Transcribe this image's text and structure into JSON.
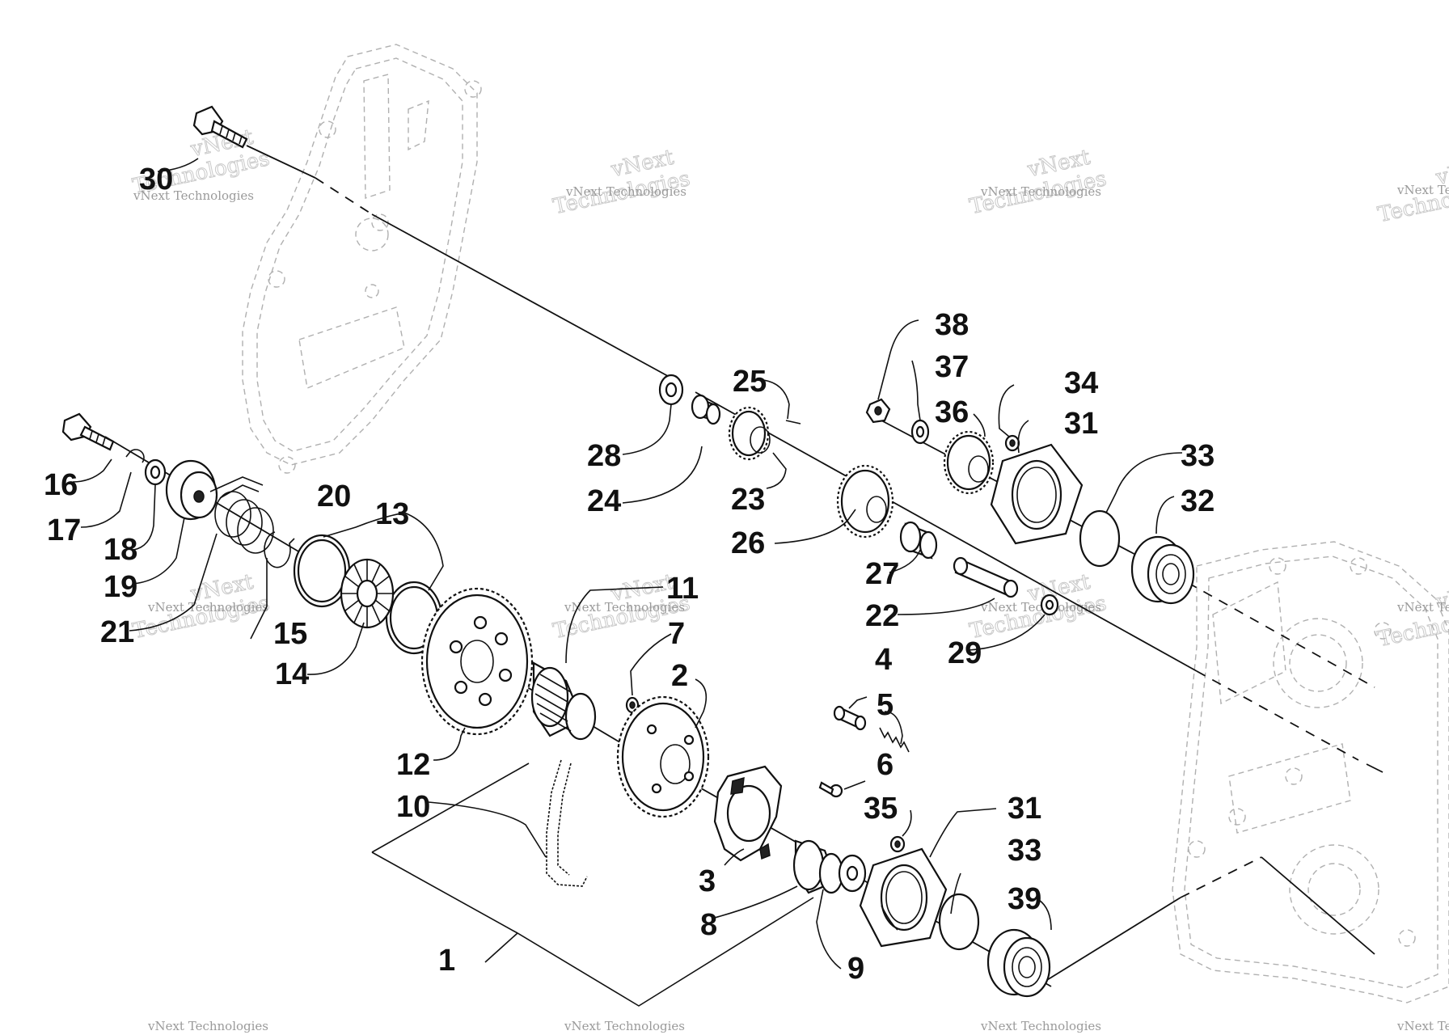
{
  "watermarks": [
    "vNext Technologies",
    "vNext Technologies",
    "vNext Technologies",
    "vNext Technologies",
    "vNext Technologies",
    "vNext Technologies",
    "vNext Technologies",
    "vNext Technologies",
    "vNext Technologies",
    "vNext Technologies",
    "vNext Technologies",
    "vNext Technologies"
  ],
  "callouts": [
    "1",
    "2",
    "3",
    "4",
    "5",
    "6",
    "7",
    "8",
    "9",
    "10",
    "11",
    "12",
    "13",
    "14",
    "15",
    "16",
    "17",
    "18",
    "19",
    "20",
    "21",
    "22",
    "23",
    "24",
    "25",
    "26",
    "27",
    "28",
    "29",
    "30",
    "31",
    "31",
    "32",
    "33",
    "33",
    "34",
    "35",
    "36",
    "37",
    "38",
    "39"
  ]
}
